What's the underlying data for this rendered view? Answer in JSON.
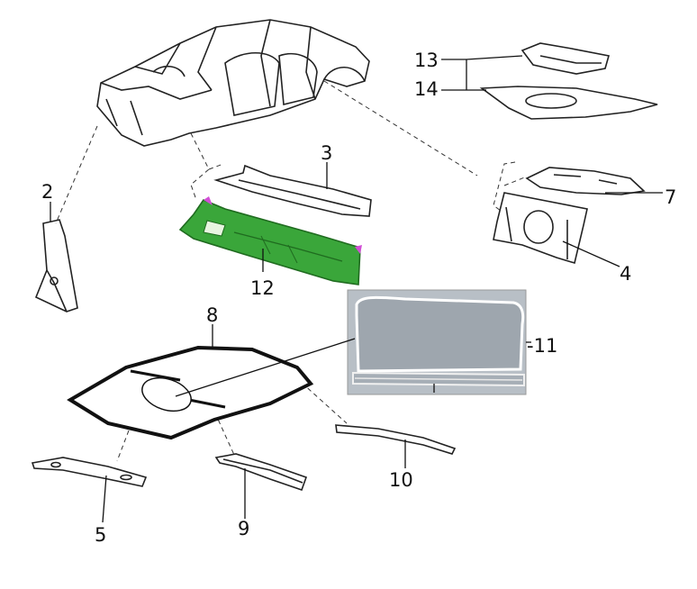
{
  "callouts": [
    {
      "id": "2",
      "label": "2"
    },
    {
      "id": "3",
      "label": "3"
    },
    {
      "id": "4",
      "label": "4"
    },
    {
      "id": "5",
      "label": "5"
    },
    {
      "id": "7",
      "label": "7"
    },
    {
      "id": "8",
      "label": "8"
    },
    {
      "id": "9",
      "label": "9"
    },
    {
      "id": "10",
      "label": "10"
    },
    {
      "id": "11",
      "label": "-11"
    },
    {
      "id": "12",
      "label": "12"
    },
    {
      "id": "13",
      "label": "13"
    },
    {
      "id": "14",
      "label": "14"
    }
  ],
  "colors": {
    "highlight_part": "#3aa63a",
    "highlight_dark": "#1f6b1f",
    "marker": "#d24fd6",
    "glass_panel_bg": "#b8bfc6",
    "line": "#222222"
  },
  "icons": [
    "car-body-in-white",
    "a-pillar-panel",
    "cowl-top-cover",
    "cowl-panel",
    "rear-shelf-panel",
    "back-panel",
    "roof-panel",
    "sunroof-assembly",
    "roof-front-rail",
    "roof-rear-rail",
    "roof-bow",
    "rear-floor-bracket",
    "rear-floor-pan"
  ]
}
